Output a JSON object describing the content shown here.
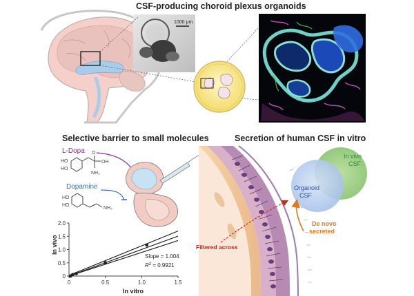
{
  "panels": {
    "top": {
      "title": "CSF-producing choroid plexus organoids",
      "scale_bar": "1000 μm"
    },
    "barrier": {
      "title": "Selective barrier to small molecules",
      "ldopa_label": "L-Dopa",
      "dopamine_label": "Dopamine",
      "ldopa_groups": {
        "oh": "OH",
        "ho1": "HO",
        "ho2": "HO",
        "nh2": "NH₂",
        "o": "O"
      },
      "dopamine_groups": {
        "ho1": "HO",
        "ho2": "HO",
        "nh2": "NH₂"
      }
    },
    "secretion": {
      "title": "Secretion of human CSF in vitro",
      "invivo_label_1": "In vivo",
      "invivo_label_2": "CSF",
      "organoid_label_1": "Organoid",
      "organoid_label_2": "CSF",
      "denovo_label_1": "De novo",
      "denovo_label_2": "secreted",
      "filtered_label": "Filtered across"
    }
  },
  "chart_data": {
    "type": "scatter",
    "xlabel": "In vitro",
    "ylabel": "In vivo",
    "xlim": [
      0,
      1.5
    ],
    "ylim": [
      0,
      2.0
    ],
    "xticks": [
      "0",
      "0.5",
      "1.0",
      "1.5"
    ],
    "yticks": [
      "0",
      "0.5",
      "1.0",
      "1.5",
      "2.0"
    ],
    "points": [
      [
        0.02,
        0.0
      ],
      [
        0.05,
        0.05
      ],
      [
        0.1,
        0.09
      ],
      [
        0.5,
        0.5
      ],
      [
        1.07,
        1.17
      ]
    ],
    "fit_slope": 1.004,
    "band": 0.12,
    "annotation_slope": "Slope = 1.004",
    "annotation_r2_prefix": "R",
    "annotation_r2_exp": "2",
    "annotation_r2_value": " = 0.9921"
  },
  "colors": {
    "ldopa": "#8a2a8c",
    "dopamine": "#3a6fb5",
    "invivo": "#2e8b3a",
    "organoid": "#2f4f9e",
    "denovo": "#e07a1f",
    "filtered": "#d32020"
  }
}
